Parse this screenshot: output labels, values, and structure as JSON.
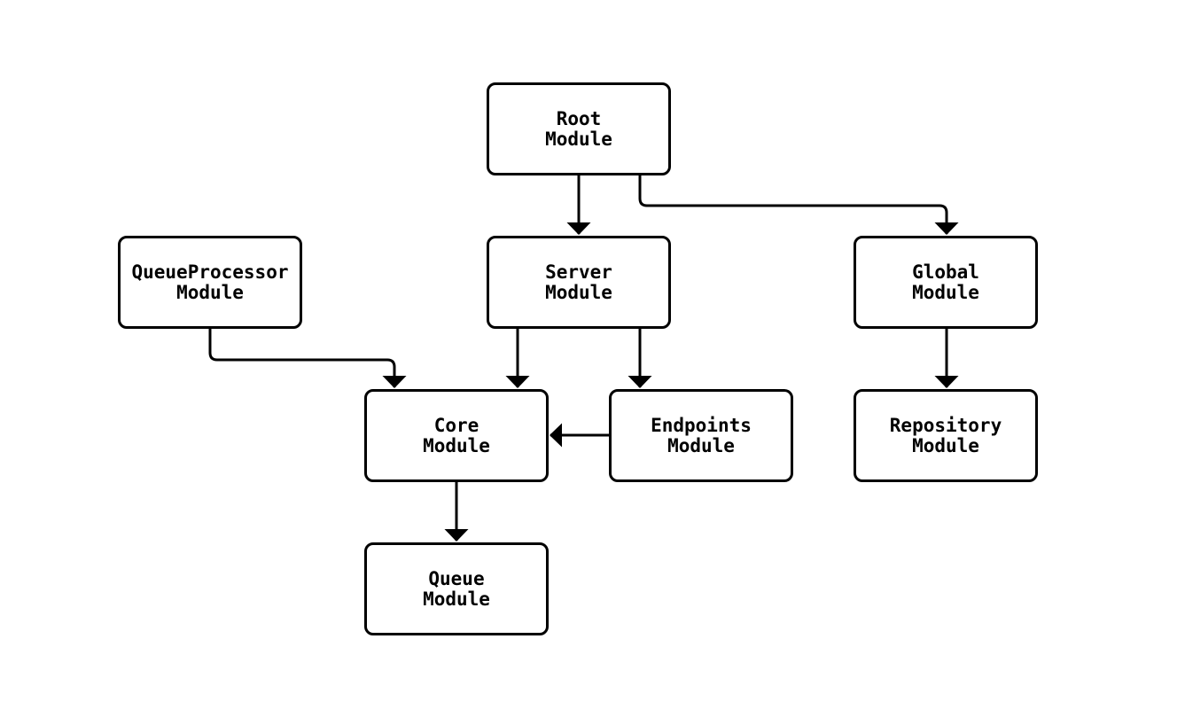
{
  "diagram": {
    "type": "flowchart",
    "direction": "top-to-bottom",
    "colors": {
      "background": "#ffffff",
      "node_fill": "#ffffff",
      "node_border": "#000000",
      "edge_stroke": "#000000",
      "text": "#000000"
    },
    "nodes": [
      {
        "id": "root",
        "label": "Root\nModule"
      },
      {
        "id": "queueprocessor",
        "label": "QueueProcessor\nModule"
      },
      {
        "id": "server",
        "label": "Server\nModule"
      },
      {
        "id": "global",
        "label": "Global\nModule"
      },
      {
        "id": "core",
        "label": "Core\nModule"
      },
      {
        "id": "endpoints",
        "label": "Endpoints\nModule"
      },
      {
        "id": "repository",
        "label": "Repository\nModule"
      },
      {
        "id": "queue",
        "label": "Queue\nModule"
      }
    ],
    "edges": [
      {
        "from": "root",
        "to": "server"
      },
      {
        "from": "root",
        "to": "global"
      },
      {
        "from": "queueprocessor",
        "to": "core"
      },
      {
        "from": "server",
        "to": "core"
      },
      {
        "from": "server",
        "to": "endpoints"
      },
      {
        "from": "endpoints",
        "to": "core"
      },
      {
        "from": "global",
        "to": "repository"
      },
      {
        "from": "core",
        "to": "queue"
      }
    ]
  }
}
